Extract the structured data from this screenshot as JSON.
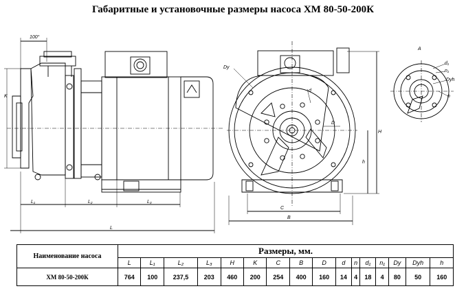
{
  "title": "Габаритные и установочные размеры насоса ХМ 80-50-200К",
  "drawing_labels": {
    "angle": "100°",
    "view_a": "A",
    "L": "L",
    "L1": "L₁",
    "L2": "L₂",
    "L3": "L₃",
    "K": "K",
    "H": "H",
    "h": "h",
    "C": "C",
    "B": "B",
    "D": "D",
    "d": "d",
    "Du": "Dу",
    "Duh": "Dуh",
    "d1": "d₁",
    "n": "n",
    "n1": "n₁"
  },
  "table": {
    "name_header": "Наименование насоса",
    "dims_header": "Размеры, мм.",
    "columns": [
      "L",
      "L₁",
      "L₂",
      "L₃",
      "H",
      "K",
      "C",
      "B",
      "D",
      "d",
      "n",
      "d₁",
      "n₁",
      "Dу",
      "Dуh",
      "h"
    ],
    "rows": [
      {
        "name": "ХМ 80-50-200К",
        "values": [
          "764",
          "100",
          "237,5",
          "203",
          "460",
          "200",
          "254",
          "400",
          "160",
          "14",
          "4",
          "18",
          "4",
          "80",
          "50",
          "160"
        ]
      }
    ]
  }
}
